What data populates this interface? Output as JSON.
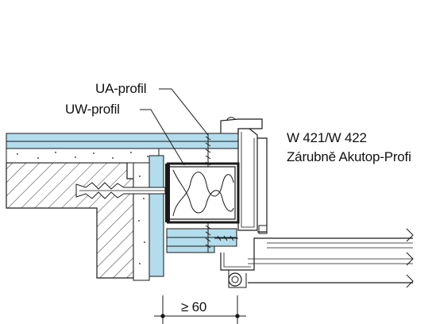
{
  "labels": {
    "ua_profile": "UA-profil",
    "uw_profile": "UW-profil",
    "system_code": "W 421/W 422",
    "frame_name": "Zárubně Akutop-Profi",
    "dimension": "≥ 60"
  },
  "colors": {
    "board": "#b3dcec",
    "stroke": "#1a1a1a",
    "insulation": "#ffffff",
    "background": "#ffffff"
  }
}
